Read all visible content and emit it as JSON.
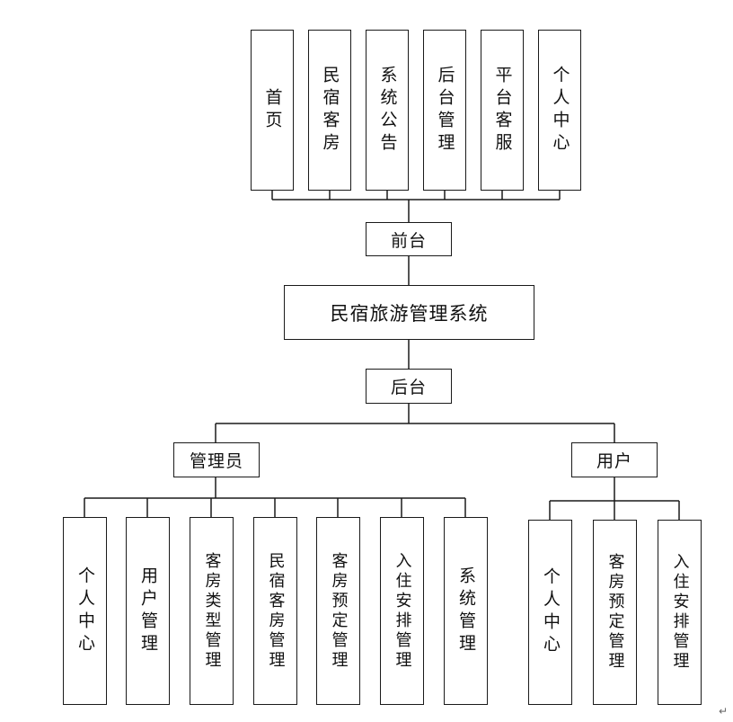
{
  "system": {
    "title": "民宿旅游管理系统"
  },
  "frontend": {
    "label": "前台",
    "modules": [
      "首页",
      "民宿客房",
      "系统公告",
      "后台管理",
      "平台客服",
      "个人中心"
    ]
  },
  "backend": {
    "label": "后台",
    "admin": {
      "label": "管理员",
      "modules": [
        "个人中心",
        "用户管理",
        "客房类型管理",
        "民宿客房管理",
        "客房预定管理",
        "入住安排管理",
        "系统管理"
      ]
    },
    "user": {
      "label": "用户",
      "modules": [
        "个人中心",
        "客房预定管理",
        "入住安排管理"
      ]
    }
  }
}
